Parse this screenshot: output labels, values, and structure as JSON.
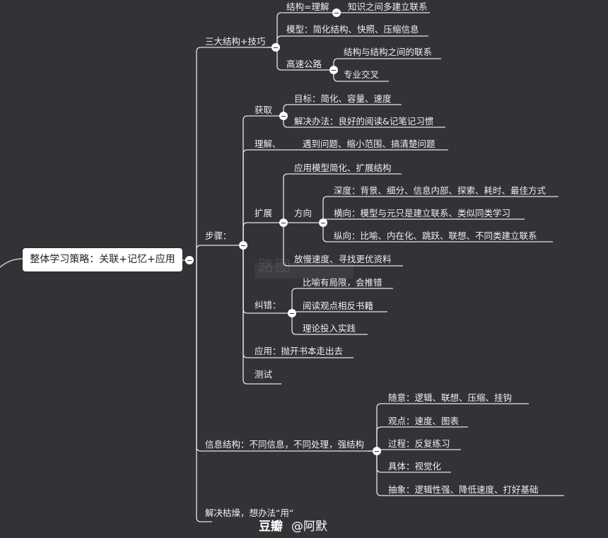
{
  "root": {
    "label": "整体学习策略：关联+记忆+应用"
  },
  "branches": {
    "techniques": {
      "label": "三大结构+技巧",
      "structure_understanding": {
        "label": "结构=理解",
        "child": "知识之间多建立联系"
      },
      "model": {
        "label": "模型：简化结构、快照、压缩信息"
      },
      "highway": {
        "label": "高速公路",
        "children": [
          "结构与结构之间的联系",
          "专业交叉"
        ]
      }
    },
    "steps": {
      "label": "步骤：",
      "acquire": {
        "label": "获取",
        "children": [
          "目标：简化、容量、速度",
          "解决办法：良好的阅读&记笔记习惯"
        ]
      },
      "understand": {
        "label": "理解、",
        "child": "遇到问题、缩小范围、搞清楚问题"
      },
      "expand": {
        "label": "扩展",
        "model_simplify": "应用模型简化、扩展结构",
        "direction": {
          "label": "方向",
          "children": [
            "深度：背景、细分、信息内部、探索、耗时、最佳方式",
            "横向：模型与元只是建立联系、类似同类学习",
            "纵向：比喻、内在化、跳跃、联想、不同类建立联系"
          ]
        },
        "slow_down": "放慢速度、寻找更优资料"
      },
      "correct": {
        "label": "纠错：",
        "children": [
          "比喻有局限，会推错",
          "阅读观点相反书籍",
          "理论投入实践"
        ]
      },
      "apply": {
        "label": "应用：抛开书本走出去"
      },
      "test": {
        "label": "测试"
      }
    },
    "info_structure": {
      "label": "信息结构：不同信息，不同处理，强结构",
      "children": [
        "随意：逻辑、联想、压缩、挂钩",
        "观点：速度、图表",
        "过程：反复练习",
        "具体：视觉化",
        "抽象：逻辑性强、降低速度、打好基础"
      ]
    },
    "boredom": {
      "label": "解决枯燥，想办法“用“"
    }
  },
  "watermark": {
    "site": "豆瓣",
    "user": "@阿默",
    "faded": "路图"
  },
  "colors": {
    "background": "#323237",
    "line": "#e6e6e6",
    "root_box": "#ffffff"
  }
}
